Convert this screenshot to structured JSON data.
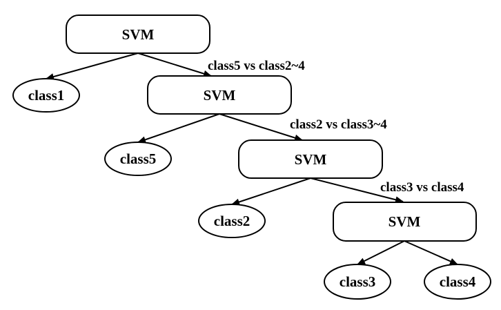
{
  "nodes": {
    "svm_1": "SVM",
    "class1": "class1",
    "svm_2": "SVM",
    "class5": "class5",
    "svm_3": "SVM",
    "class2": "class2",
    "svm_4": "SVM",
    "class3": "class3",
    "class4": "class4"
  },
  "edge_labels": {
    "svm_1_split": "class5 vs class2~4",
    "svm_2_split": "class2 vs class3~4",
    "svm_3_split": "class3 vs class4"
  }
}
